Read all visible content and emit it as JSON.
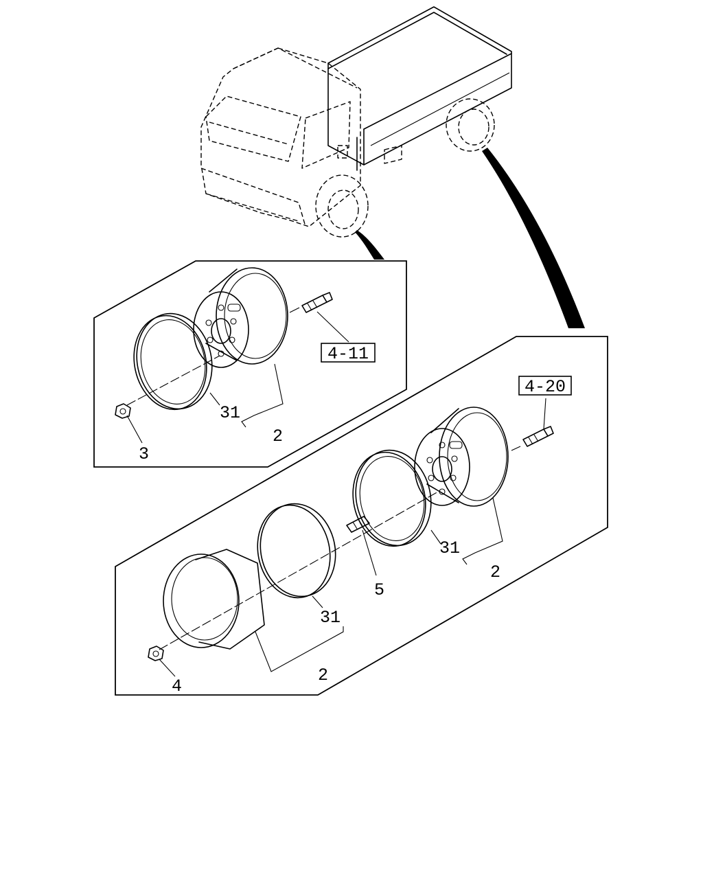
{
  "diagram": {
    "callouts": {
      "front_rim_inner": "31",
      "front_wheel": "2",
      "front_nut": "3",
      "rear_rim_inner": "31",
      "rear_wheel_inner": "2",
      "rear_valve": "5",
      "rear_rim_outer": "31",
      "rear_wheel_outer": "2",
      "rear_nut": "4"
    },
    "references": {
      "front_bolt": "4-11",
      "rear_bolt": "4-20"
    }
  }
}
